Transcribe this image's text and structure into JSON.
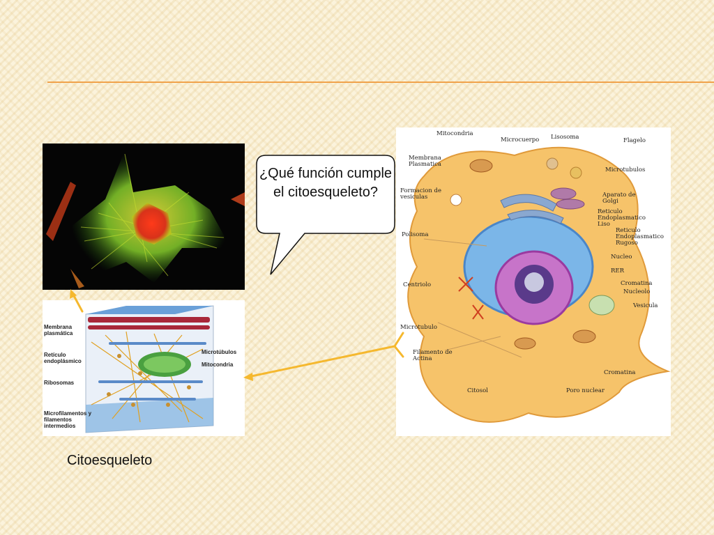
{
  "slide": {
    "bubble_text": "¿Qué función cumple el citoesqueleto?",
    "caption": "Citoesqueleto"
  },
  "cytoskeleton_diagram": {
    "labels": {
      "membrana_plasmatica": "Membrana plasmática",
      "reticulo_endoplasmico": "Retículo endoplásmico",
      "ribosomas": "Ribosomas",
      "microfilamentos": "Microfilamentos y filamentos intermedios",
      "microtubulos": "Microtúbulos",
      "mitocondria": "Mitocondria"
    }
  },
  "cell_diagram": {
    "labels": {
      "mitocondria": "Mitocondria",
      "microcuerpo": "Microcuerpo",
      "lisosoma": "Lisosoma",
      "flagelo": "Flagelo",
      "membrana_plasmatica": "Membrana Plasmatica",
      "microtubulos": "Microtubulos",
      "formacion_vesiculas": "Formacion de vesiculas",
      "aparato_golgi": "Aparato de Golgi",
      "reticulo_liso": "Reticulo Endoplasmatico Liso",
      "reticulo_rugoso": "Reticulo Endoplasmatico Rugoso",
      "polisoma": "Polisoma",
      "nucleo": "Nucleo",
      "rer": "RER",
      "centriolo": "Centriolo",
      "cromatina": "Cromatina",
      "nucleolo": "Nucleolo",
      "vesicula": "Vesicula",
      "microtubulo": "Microtubulo",
      "filamento_actina": "Filamento de Actina",
      "cromatina_2": "Cromatina",
      "citosol": "Citosol",
      "poro_nuclear": "Poro nuclear"
    }
  },
  "colors": {
    "accent_rule": "#f0a24a",
    "arrow": "#f5b82e",
    "cytoplasm": "#f6c36a",
    "nucleus": "#c774c9"
  }
}
